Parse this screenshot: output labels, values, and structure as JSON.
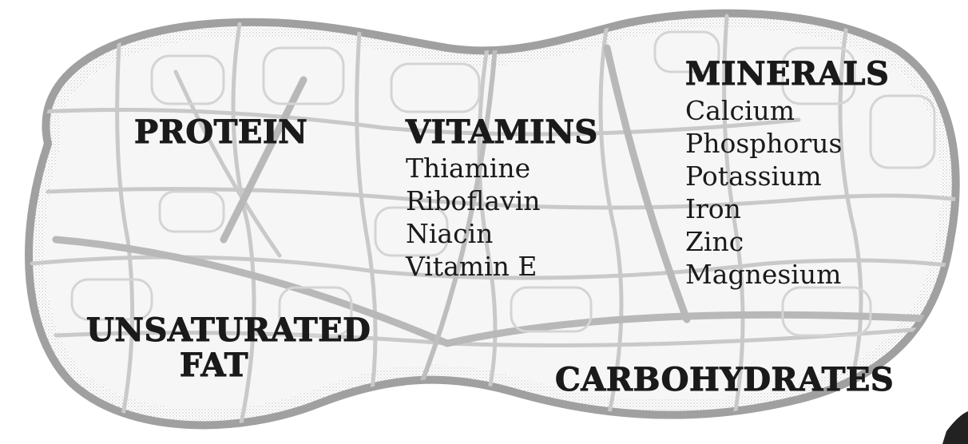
{
  "diagram": {
    "protein": {
      "heading": "PROTEIN"
    },
    "vitamins": {
      "heading": "VITAMINS",
      "items": [
        "Thiamine",
        "Riboflavin",
        "Niacin",
        "Vitamin E"
      ]
    },
    "minerals": {
      "heading": "MINERALS",
      "items": [
        "Calcium",
        "Phosphorus",
        "Potassium",
        "Iron",
        "Zinc",
        "Magnesium"
      ]
    },
    "unsaturated_fat": {
      "heading_line1": "UNSATURATED",
      "heading_line2": "FAT"
    },
    "carbohydrates": {
      "heading": "CARBOHYDRATES"
    }
  },
  "colors": {
    "shell_fill": "#dedede",
    "shell_stroke": "#a8a8a8",
    "cell_stroke": "#c4c4c4",
    "text": "#1a1a1a"
  }
}
